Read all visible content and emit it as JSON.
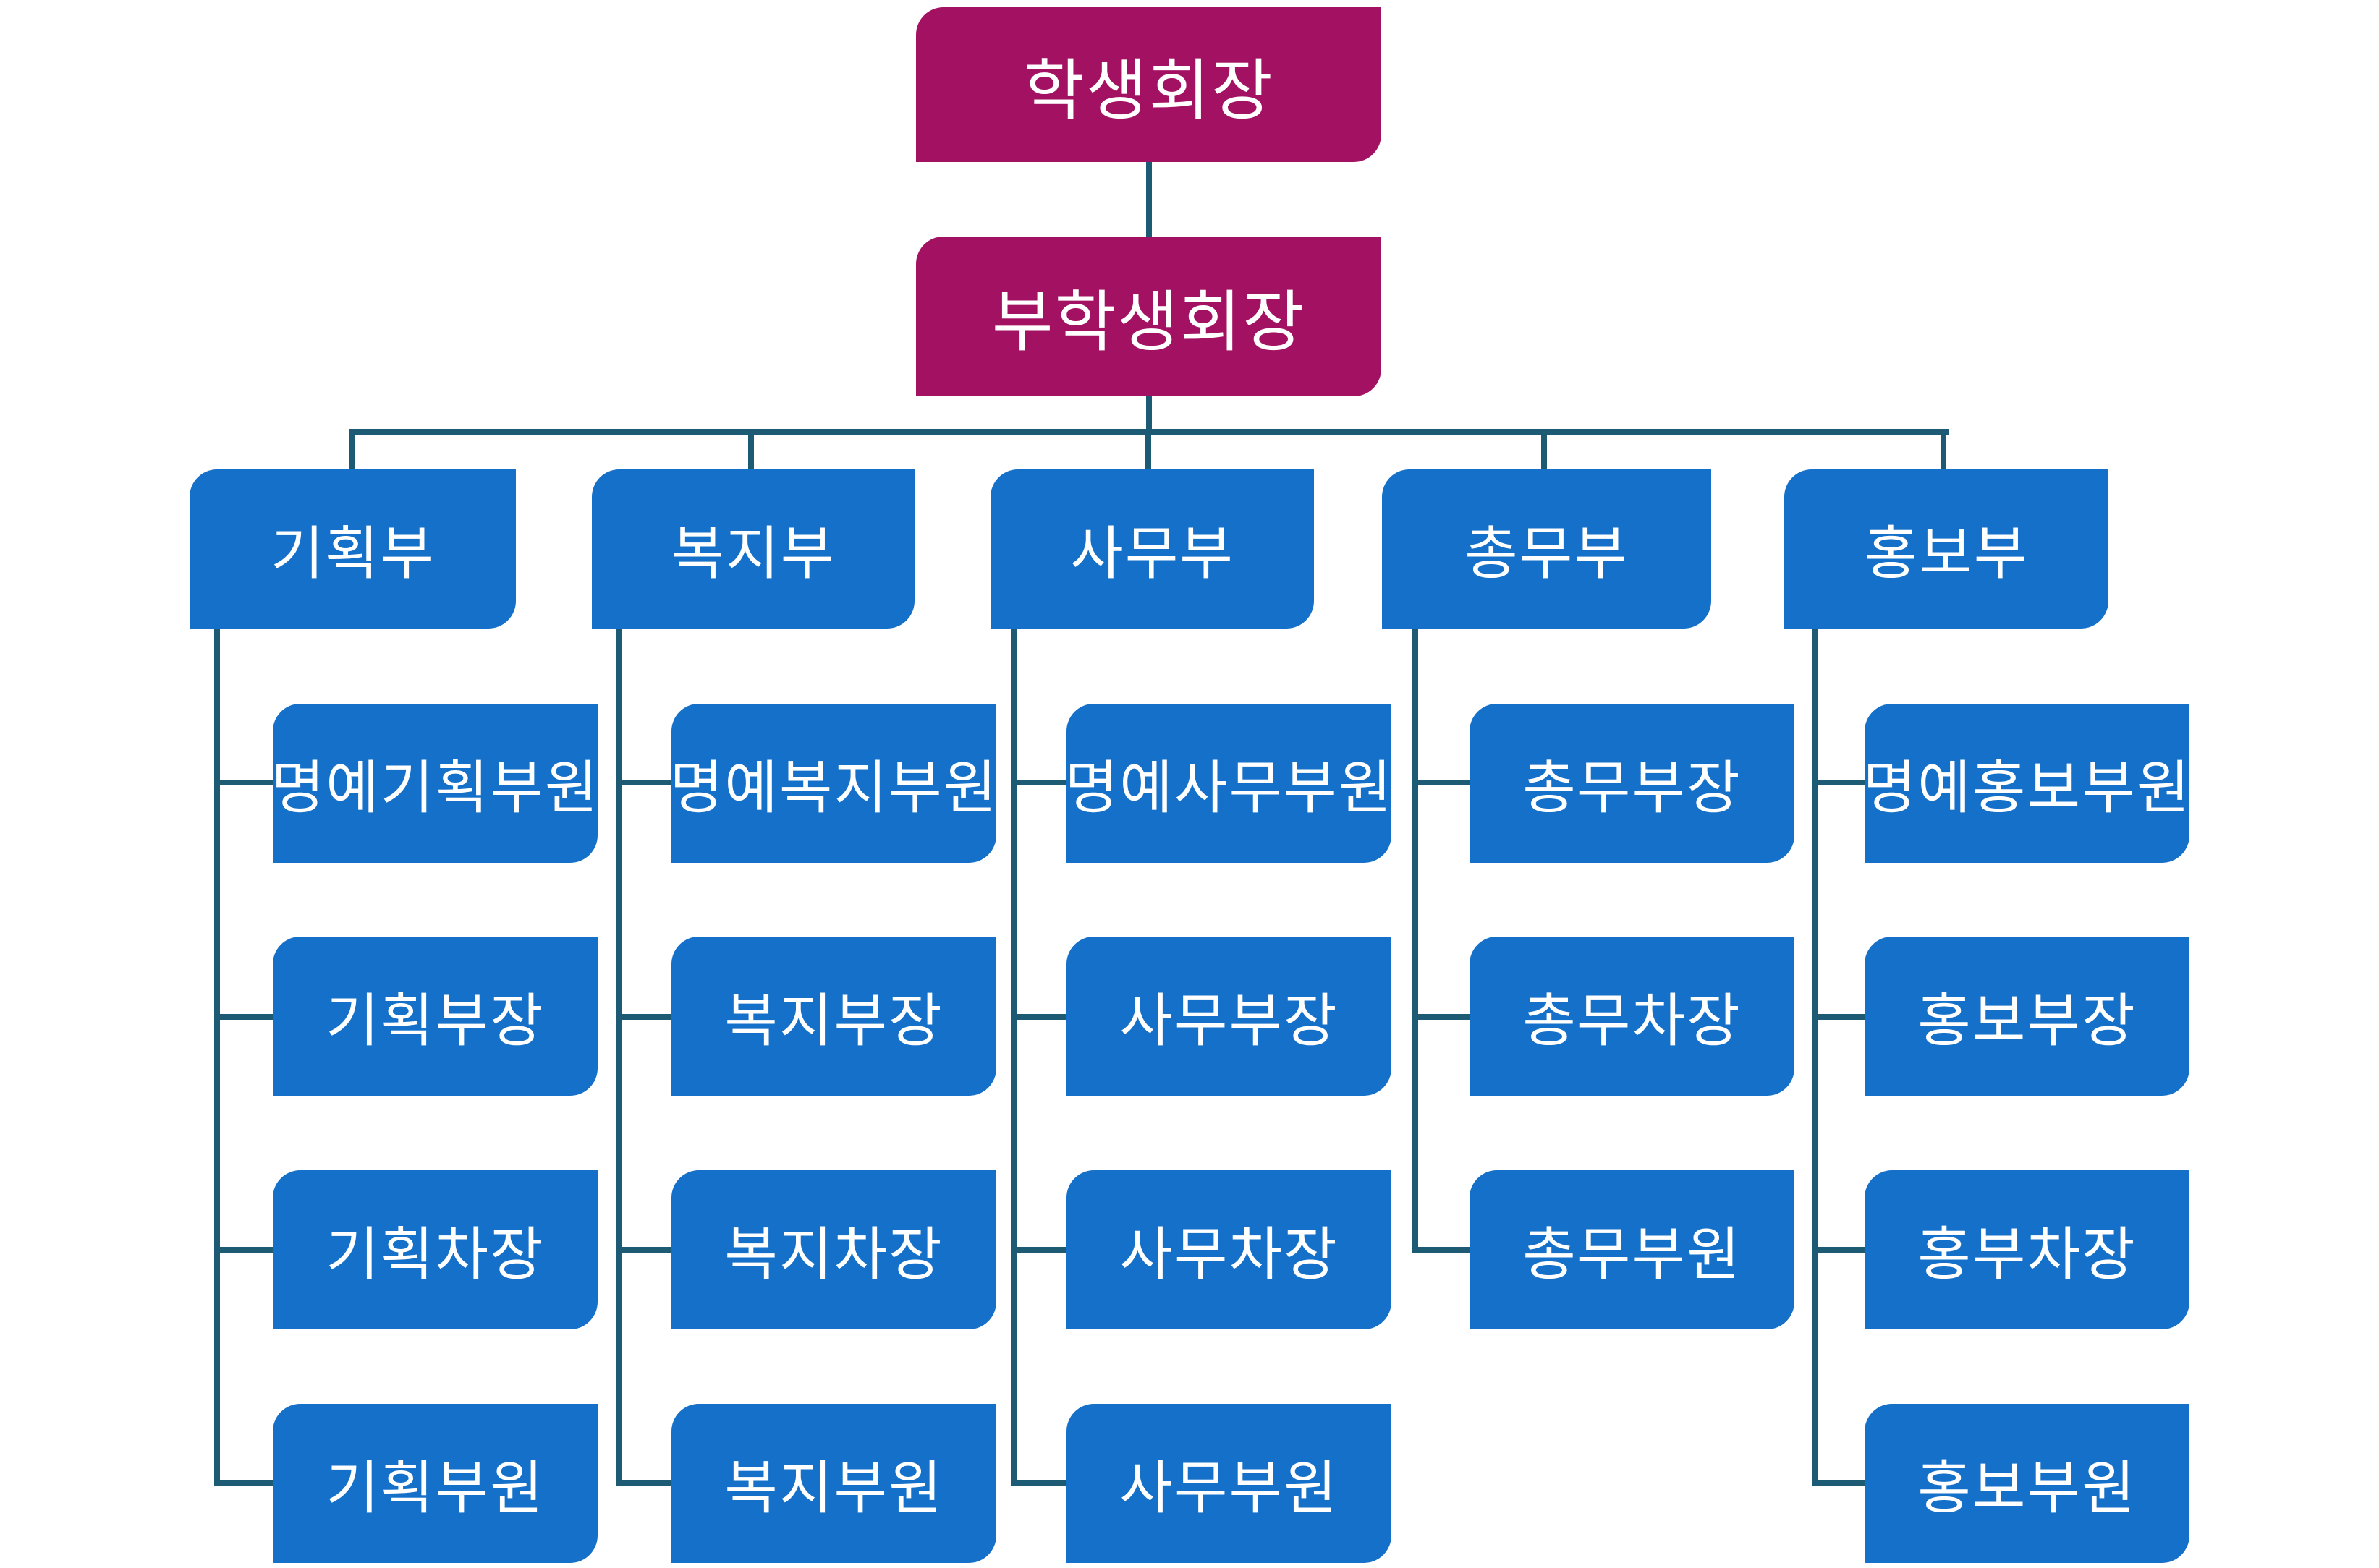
{
  "colors": {
    "executive_fill": "#A31262",
    "department_fill": "#1470C8",
    "connector": "#1D5A73",
    "label_text": "#FFFFFF",
    "background": "#FFFFFF"
  },
  "president": {
    "label": "학생회장"
  },
  "vice_president": {
    "label": "부학생회장"
  },
  "departments": [
    {
      "label": "기획부",
      "children": [
        {
          "label": "명예기획부원"
        },
        {
          "label": "기획부장"
        },
        {
          "label": "기획차장"
        },
        {
          "label": "기획부원"
        }
      ]
    },
    {
      "label": "복지부",
      "children": [
        {
          "label": "명예복지부원"
        },
        {
          "label": "복지부장"
        },
        {
          "label": "복지차장"
        },
        {
          "label": "복지부원"
        }
      ]
    },
    {
      "label": "사무부",
      "children": [
        {
          "label": "명예사무부원"
        },
        {
          "label": "사무부장"
        },
        {
          "label": "사무차장"
        },
        {
          "label": "사무부원"
        }
      ]
    },
    {
      "label": "총무부",
      "children": [
        {
          "label": "총무부장"
        },
        {
          "label": "총무차장"
        },
        {
          "label": "총무부원"
        }
      ]
    },
    {
      "label": "홍보부",
      "children": [
        {
          "label": "명예홍보부원"
        },
        {
          "label": "홍보부장"
        },
        {
          "label": "홍부차장"
        },
        {
          "label": "홍보부원"
        }
      ]
    }
  ]
}
